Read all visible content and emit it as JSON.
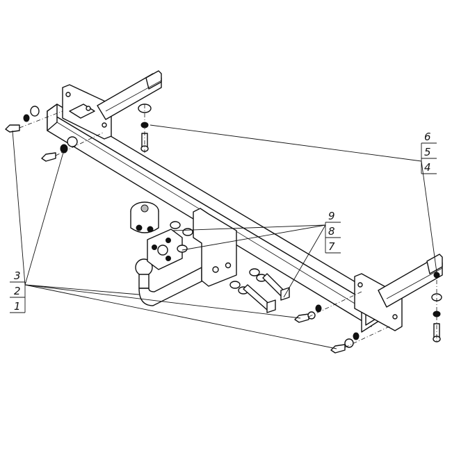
{
  "callouts": {
    "right_top": [
      "6",
      "5",
      "4"
    ],
    "center": [
      "9",
      "8",
      "7"
    ],
    "left": [
      "3",
      "2",
      "1"
    ]
  },
  "colors": {
    "line": "#111111",
    "background": "#ffffff"
  }
}
